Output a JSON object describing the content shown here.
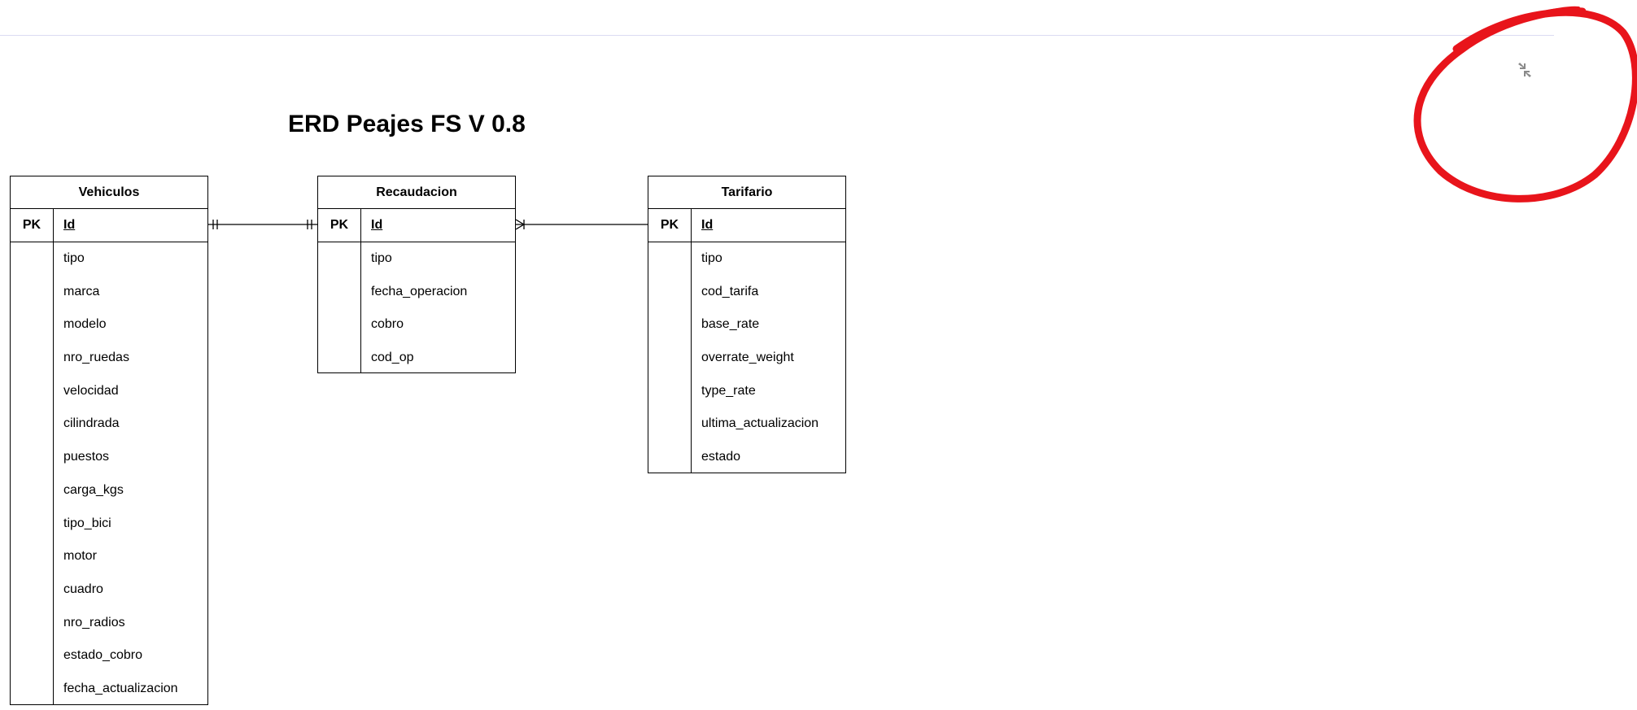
{
  "diagram": {
    "title": "ERD Peajes FS V 0.8",
    "entities": {
      "vehiculos": {
        "name": "Vehiculos",
        "key_label": "PK",
        "key_field": "Id",
        "fields": [
          "tipo",
          "marca",
          "modelo",
          "nro_ruedas",
          "velocidad",
          "cilindrada",
          "puestos",
          "carga_kgs",
          "tipo_bici",
          "motor",
          "cuadro",
          "nro_radios",
          "estado_cobro",
          "fecha_actualizacion"
        ]
      },
      "recaudacion": {
        "name": "Recaudacion",
        "key_label": "PK",
        "key_field": "Id",
        "fields": [
          "tipo",
          "fecha_operacion",
          "cobro",
          "cod_op"
        ]
      },
      "tarifario": {
        "name": "Tarifario",
        "key_label": "PK",
        "key_field": "Id",
        "fields": [
          "tipo",
          "cod_tarifa",
          "base_rate",
          "overrate_weight",
          "type_rate",
          "ultima_actualizacion",
          "estado"
        ]
      }
    },
    "relationships": [
      {
        "from": "Vehiculos",
        "to": "Recaudacion",
        "from_cardinality": "one-and-only-one",
        "to_cardinality": "one-and-only-one"
      },
      {
        "from": "Recaudacion",
        "to": "Tarifario",
        "from_cardinality": "one-or-many",
        "to_cardinality": "none"
      }
    ]
  },
  "toolbar": {
    "collapse_icon": "collapse-arrows-icon"
  },
  "annotation": {
    "shape": "hand-drawn circle",
    "color": "#e8141b"
  },
  "colors": {
    "line": "#000000",
    "divider": "#dcdcf2",
    "icon": "#8a8a8a"
  }
}
